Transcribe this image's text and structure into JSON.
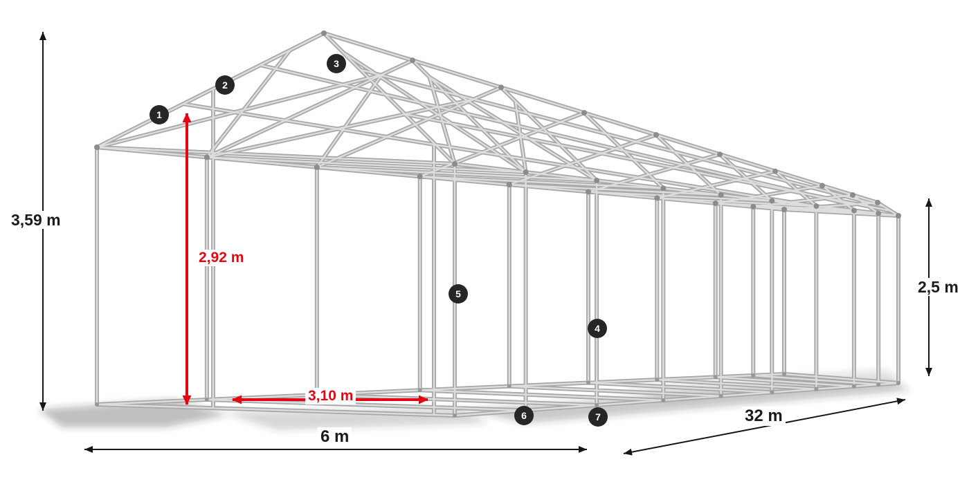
{
  "dimensions": {
    "total_height": "3,59 m",
    "door_height": "2,92 m",
    "door_width": "3,10 m",
    "side_height": "2,5 m",
    "width": "6 m",
    "length": "32 m"
  },
  "callouts": [
    "1",
    "2",
    "3",
    "4",
    "5",
    "6",
    "7"
  ],
  "colors": {
    "accent_red": "#e30613",
    "badge_bg": "#262626",
    "frame_gray": "#a8a8a8"
  }
}
